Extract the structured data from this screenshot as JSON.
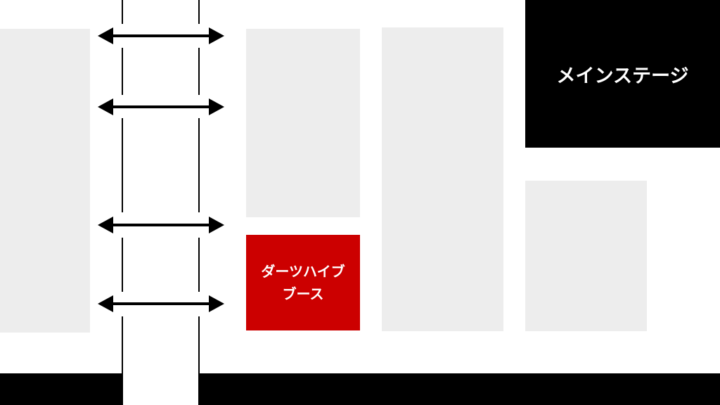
{
  "map": {
    "main_stage": {
      "label": "メインステージ",
      "color": "#000000"
    },
    "highlight_booth": {
      "line1": "ダーツハイブ",
      "line2": "ブース",
      "color": "#cc0000"
    },
    "block_color": "#ededed",
    "arrows": [
      "bidirectional-arrow",
      "bidirectional-arrow",
      "bidirectional-arrow",
      "bidirectional-arrow"
    ]
  }
}
